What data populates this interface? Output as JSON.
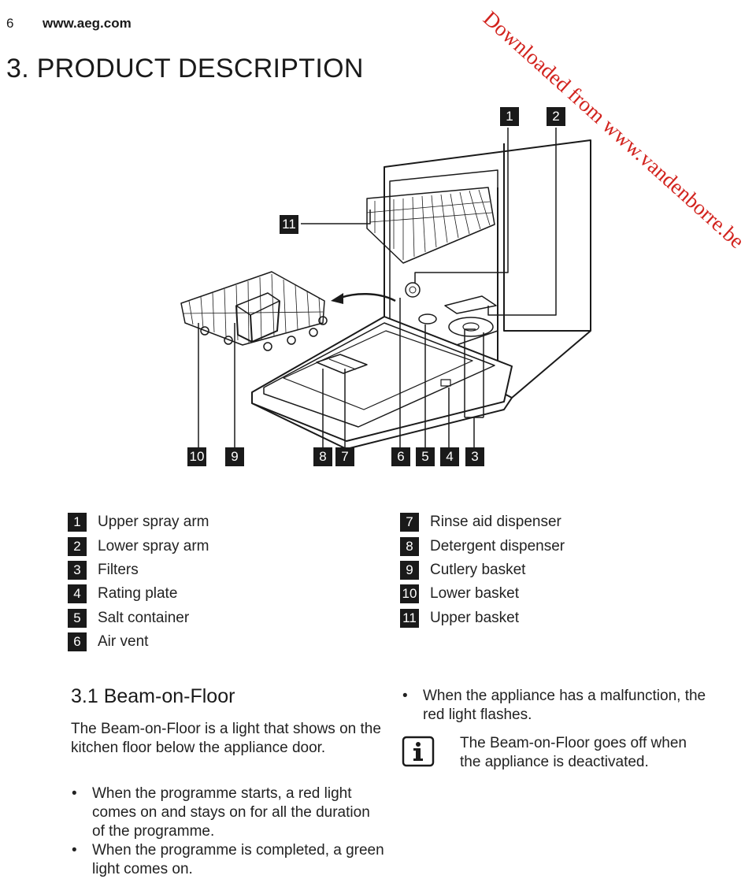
{
  "header": {
    "page_number": "6",
    "site": "www.aeg.com"
  },
  "watermark": "Downloaded from www.vandenborre.be",
  "title": "3. PRODUCT DESCRIPTION",
  "diagram": {
    "callouts_top": [
      "1",
      "2",
      "11"
    ],
    "callouts_bottom": [
      "10",
      "9",
      "8",
      "7",
      "6",
      "5",
      "4",
      "3"
    ]
  },
  "legend_left": [
    {
      "num": "1",
      "label": "Upper spray arm"
    },
    {
      "num": "2",
      "label": "Lower spray arm"
    },
    {
      "num": "3",
      "label": "Filters"
    },
    {
      "num": "4",
      "label": "Rating plate"
    },
    {
      "num": "5",
      "label": "Salt container"
    },
    {
      "num": "6",
      "label": "Air vent"
    }
  ],
  "legend_right": [
    {
      "num": "7",
      "label": "Rinse aid dispenser"
    },
    {
      "num": "8",
      "label": "Detergent dispenser"
    },
    {
      "num": "9",
      "label": "Cutlery basket"
    },
    {
      "num": "10",
      "label": "Lower basket"
    },
    {
      "num": "11",
      "label": "Upper basket"
    }
  ],
  "section": {
    "title": "3.1 Beam-on-Floor",
    "intro": "The Beam-on-Floor is a light that shows on the kitchen floor below the appliance door.",
    "bullets": [
      "When the programme starts, a red light comes on and stays on for all the duration of the programme.",
      "When the programme is completed, a green light comes on."
    ],
    "bullets_right": [
      "When the appliance has a malfunction, the red light flashes."
    ],
    "info_note": "The Beam-on-Floor goes off when the appliance is deactivated."
  }
}
